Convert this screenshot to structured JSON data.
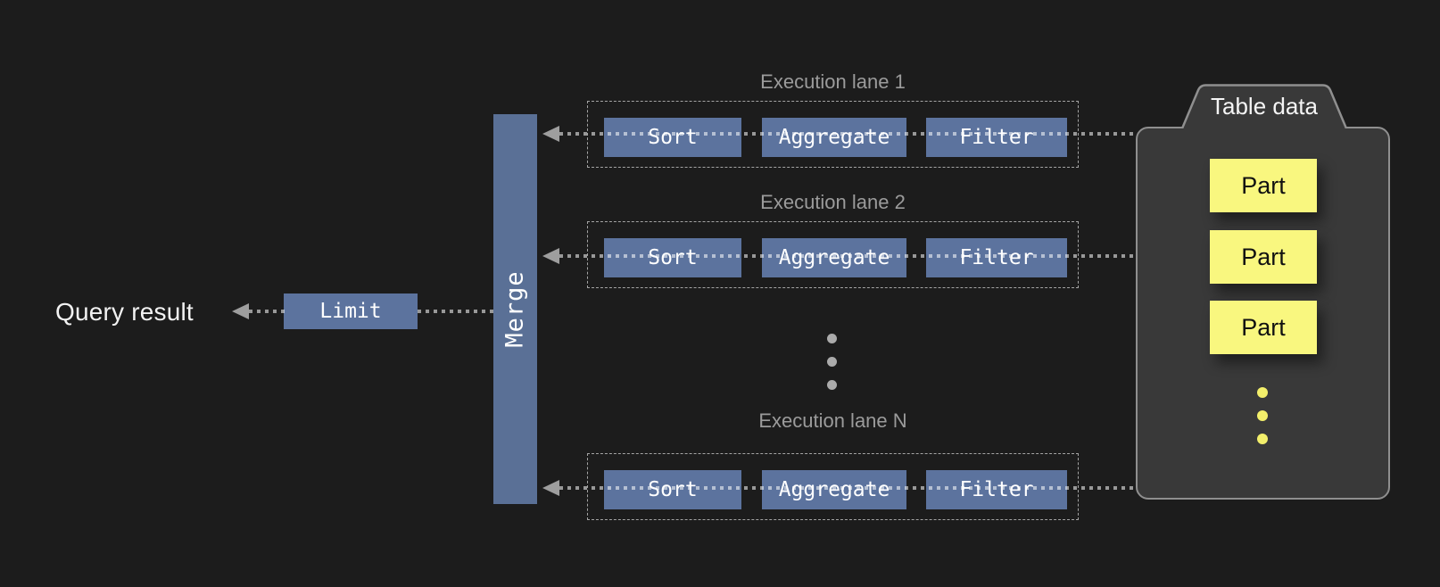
{
  "diagram": {
    "result_label": "Query result",
    "limit": {
      "label": "Limit"
    },
    "merge": {
      "label": "Merge"
    }
  },
  "lanes": [
    {
      "title": "Execution lane 1",
      "operators": [
        "Sort",
        "Aggregate",
        "Filter"
      ]
    },
    {
      "title": "Execution lane 2",
      "operators": [
        "Sort",
        "Aggregate",
        "Filter"
      ]
    },
    {
      "title": "Execution lane N",
      "operators": [
        "Sort",
        "Aggregate",
        "Filter"
      ]
    }
  ],
  "table": {
    "title": "Table data",
    "parts": [
      "Part",
      "Part",
      "Part"
    ]
  },
  "decorations": {
    "lane_ellipsis_dots": 3,
    "table_ellipsis_dots": 3,
    "arrow_direction": "left"
  },
  "colors": {
    "background": "#1c1c1c",
    "operator_blue": "#5c739e",
    "merge_blue": "#5a7096",
    "lane_label_gray": "#9b9b9b",
    "connector_gray": "#9e9e9e",
    "container_fill": "#393939",
    "container_border": "#8f8f8f",
    "part_yellow": "#f9f77f",
    "ellipsis_gray": "#ababab",
    "ellipsis_yellow": "#f3ef6b",
    "text_white": "#f2f2f2"
  }
}
